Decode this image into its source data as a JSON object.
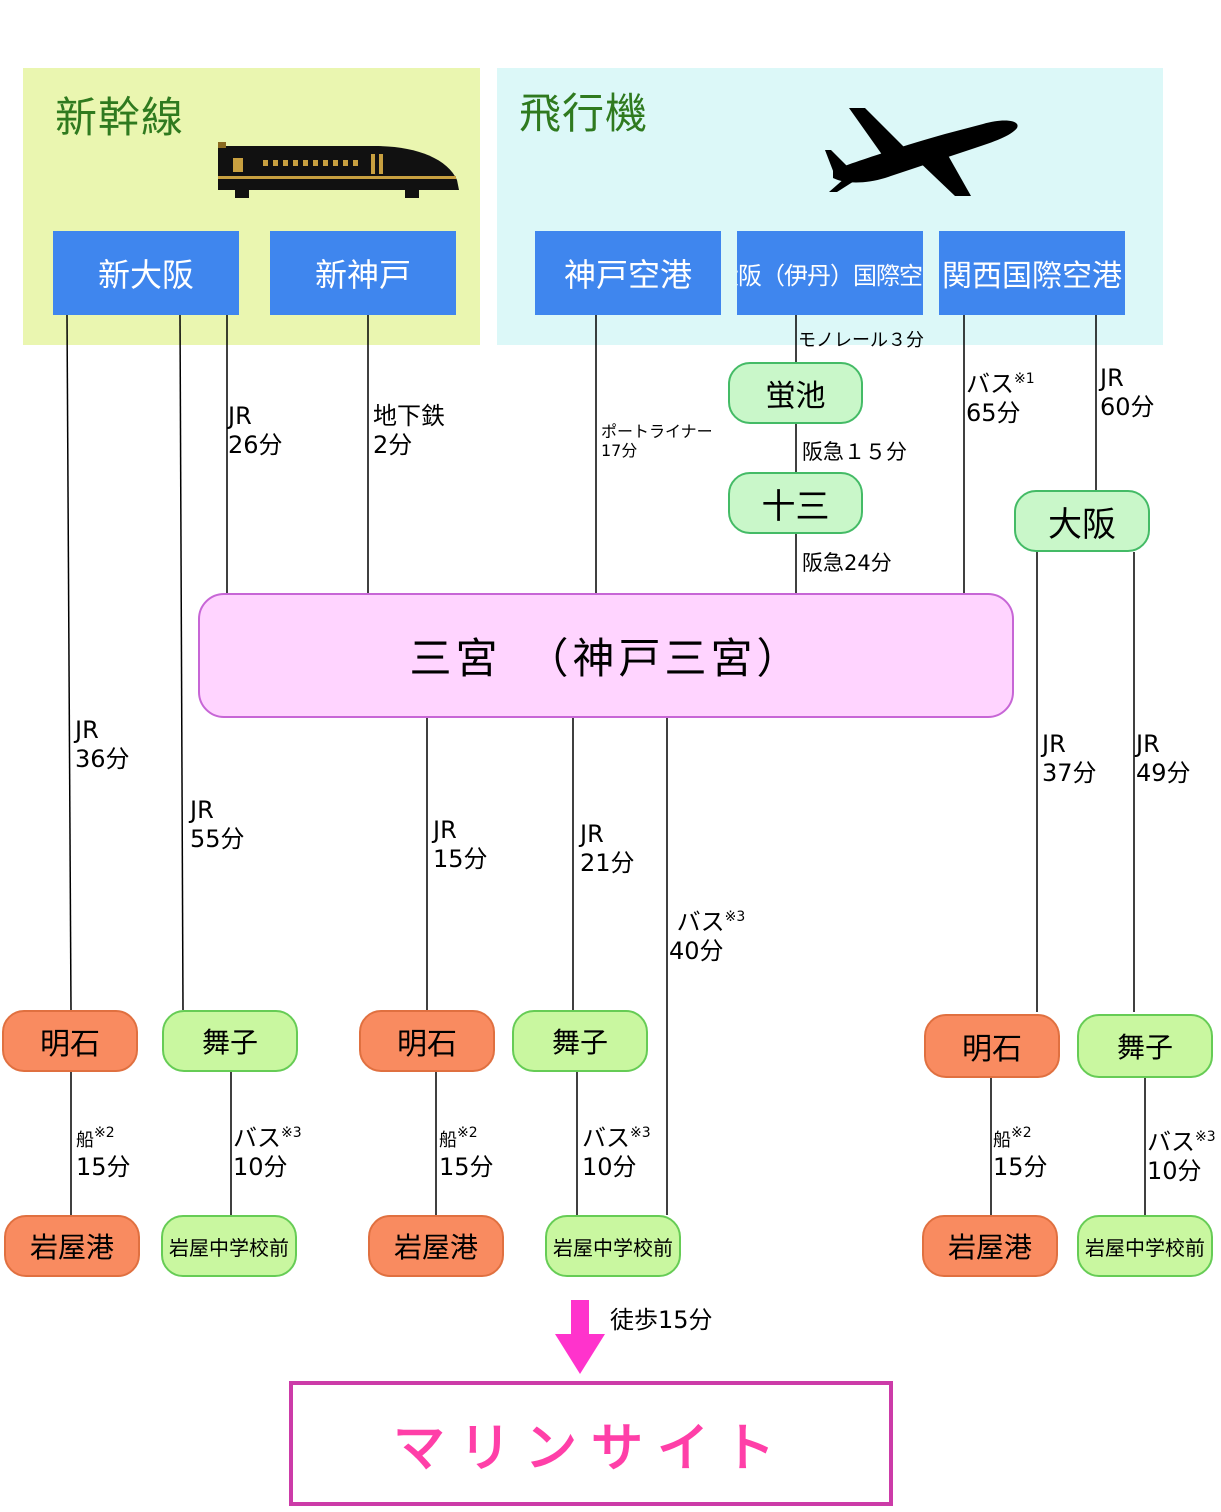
{
  "shinkansen": {
    "title": "新幹線",
    "stations": [
      "新大阪",
      "新神戸"
    ]
  },
  "airplane": {
    "title": "飛行機",
    "stations": [
      "神戸空港",
      "大阪（伊丹）国際空港",
      "関西国際空港"
    ]
  },
  "intermediate": {
    "hotarugaike": "蛍池",
    "juso": "十三",
    "osaka": "大阪"
  },
  "hub": "三宮　（神戸三宮）",
  "routes": {
    "monorail": "モノレール３分",
    "hankyu1": "阪急１５分",
    "hankyu2": "阪急24分",
    "bus65_label": "バス",
    "bus65_note": "※1",
    "bus65_time": "65分",
    "jr60_label": "JR",
    "jr60_time": "60分",
    "jr26_label": "JR",
    "jr26_time": "26分",
    "subway_label": "地下鉄",
    "subway_time": "2分",
    "portliner_label": "ポートライナー",
    "portliner_time": "17分",
    "jr36_label": "JR",
    "jr36_time": "36分",
    "jr55_label": "JR",
    "jr55_time": "55分",
    "jr15_label": "JR",
    "jr15_time": "15分",
    "jr21_label": "JR",
    "jr21_time": "21分",
    "bus40_label": "バス",
    "bus40_note": "※3",
    "bus40_time": "40分",
    "jr37_label": "JR",
    "jr37_time": "37分",
    "jr49_label": "JR",
    "jr49_time": "49分",
    "ship_label": "船",
    "ship_note": "※2",
    "ship_time": "15分",
    "bus10_label": "バス",
    "bus10_note": "※3",
    "bus10_time": "10分",
    "walk": "徒歩15分"
  },
  "stops": {
    "akashi": "明石",
    "maiko": "舞子",
    "iwaya_port": "岩屋港",
    "iwaya_school": "岩屋中学校前"
  },
  "destination": "マリンサイト",
  "colors": {
    "station_blue": "#3f86ee",
    "hub_pink": "#ffd4ff",
    "akashi_orange": "#f98b60",
    "maiko_green": "#c9f7a0",
    "arrow_magenta": "#ff33cc",
    "destination_text": "#ff3fa8"
  },
  "icons": [
    "bullet-train-icon",
    "airplane-icon",
    "down-arrow-icon"
  ]
}
